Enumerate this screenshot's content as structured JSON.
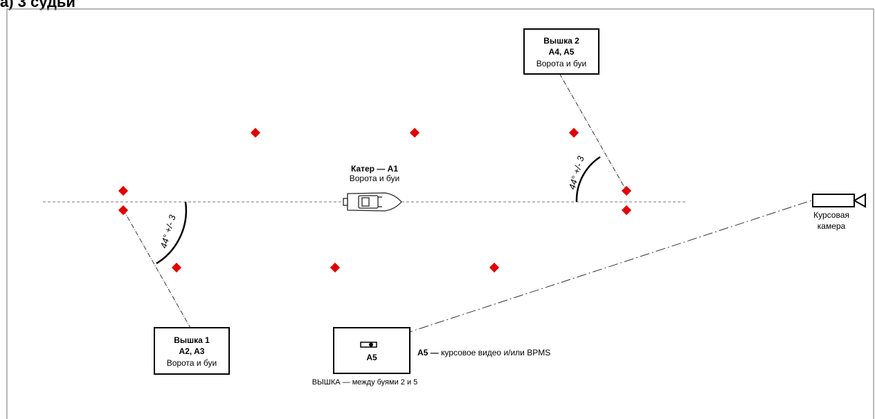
{
  "heading": "а) 3 судьи",
  "tower1": {
    "title": "Вышка 1",
    "judges": "A2, A3",
    "note": "Ворота и буи"
  },
  "tower2": {
    "title": "Вышка 2",
    "judges": "A4, A5",
    "note": "Ворота и буи"
  },
  "boat": {
    "title": "Катер — A1",
    "note": "Ворота и буи"
  },
  "angle_label": "44° +/- 3",
  "camera": {
    "line1": "Курсовая",
    "line2": "камера"
  },
  "a5_box": {
    "label": "A5"
  },
  "a5_caption": {
    "bold": "A5 —",
    "rest": " курсовое видео и/или BPMS"
  },
  "tower_caption": "ВЫШКА — между буями 2 и 5",
  "colors": {
    "buoy": "#e00000",
    "line": "#333333"
  }
}
